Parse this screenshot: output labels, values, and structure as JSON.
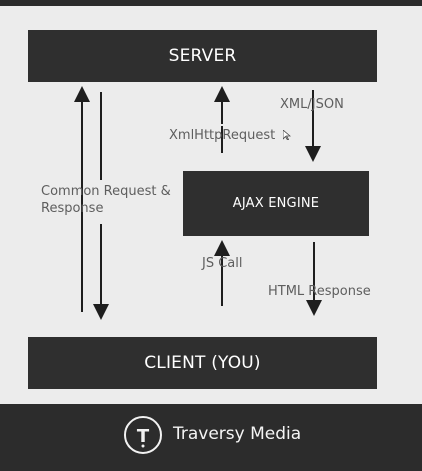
{
  "diagram": {
    "server_label": "SERVER",
    "ajax_engine_label": "AJAX ENGINE",
    "client_label": "CLIENT (YOU)",
    "labels": {
      "common": "Common Request & Response",
      "xmlhttprequest": "XmlHttpRequest",
      "xml_json": "XML/JSON",
      "js_call": "JS Call",
      "html_response": "HTML Response"
    }
  },
  "footer": {
    "brand": "Traversy Media",
    "logo_letter": "T"
  },
  "icons": {
    "cursor": "mouse-pointer-icon",
    "logo": "traversy-logo-icon"
  },
  "colors": {
    "background": "#ececec",
    "box": "#2f2f2f",
    "text": "#5e5e5e",
    "footer": "#2c2c2c"
  }
}
